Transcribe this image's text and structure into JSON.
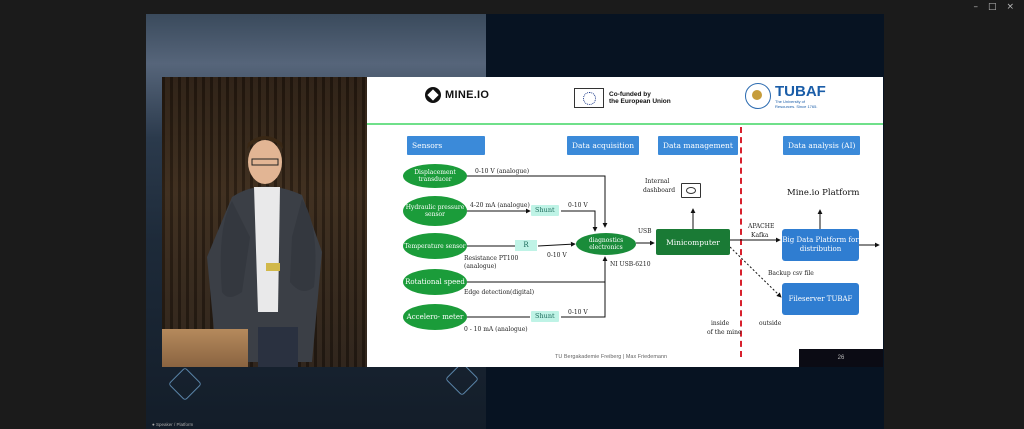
{
  "window": {
    "controls": [
      "–",
      "□",
      "×"
    ]
  },
  "bottom_label": "● Speaker / Platform",
  "slide": {
    "logo_mine": "MINE.IO",
    "eu_text": [
      "Co-funded by",
      "the European Union"
    ],
    "tubaf_name": "TUBAF",
    "tubaf_sub": "The University of Resources. Since 1765.",
    "headers": {
      "sensors": "Sensors",
      "acquisition": "Data acquisition",
      "management": "Data management",
      "analysis": "Data analysis (AI)"
    },
    "sensors": [
      "Displacement transducer",
      "Hydraulic pressure sensor",
      "Temperature sensor",
      "Rotational speed",
      "Accelero- meter"
    ],
    "shunt_label": "Shunt",
    "r_label": "R",
    "diag": "diagnostics electronics",
    "mini": "Minicomputer",
    "bdp": "Big Data Platform for distribution",
    "fileserver": "Fileserver TUBAF",
    "platform_title": "Mine.io Platform",
    "labels": {
      "l1": "0-10 V (analogue)",
      "l2": "4-20 mA (analogue)",
      "l3a": "0-10 V",
      "l4a": "Resistance PT100",
      "l4b": "(analogue)",
      "l4c": "0-10 V",
      "l5": "Edge detection(digital)",
      "l6": "0-10 V",
      "l7": "0 - 10 mA (analogue)",
      "ni": "NI USB-6210",
      "usb": "USB",
      "internal1": "Internal",
      "internal2": "dashboard",
      "apache1": "APACHE",
      "apache2": "Kafka",
      "backup": "Backup csv file",
      "inside1": "inside",
      "inside2": "of the mine",
      "outside": "outside"
    },
    "footer": "TU Bergakademie Freiberg | Max Friedemann",
    "page": "26"
  },
  "colors": {
    "green": "#1b9c3a",
    "blue": "#2f7dd1",
    "header_blue": "#3b8ad9",
    "red": "#d8202d"
  }
}
